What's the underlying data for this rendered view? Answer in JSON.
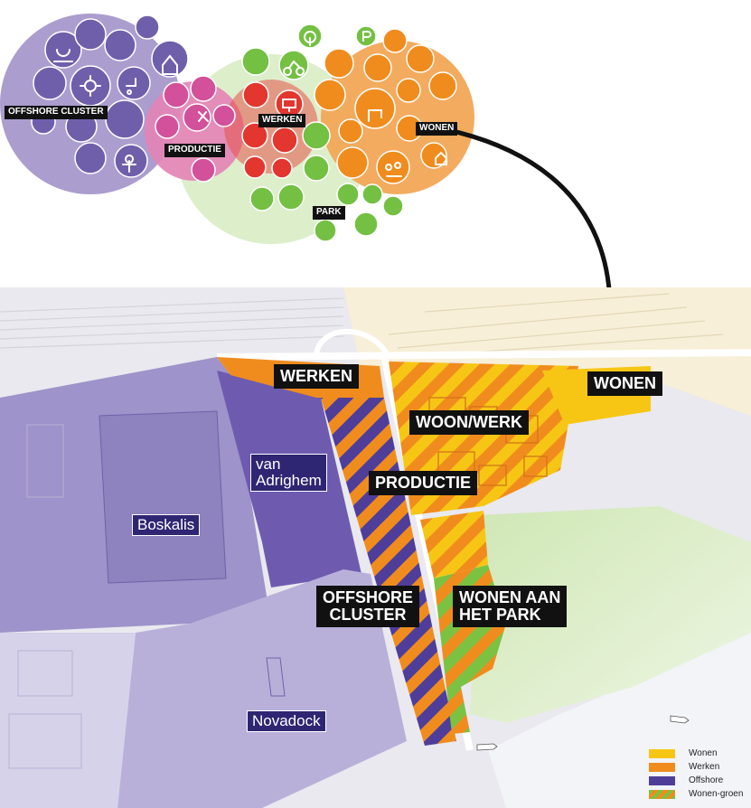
{
  "colors": {
    "wonen": "#f7c614",
    "werken": "#f08c1d",
    "offshore": "#4f3d9a",
    "wonen_groen": "#7cc242",
    "bubble_offshore": "#a898cc",
    "bubble_productie": "#e384b6",
    "bubble_park": "#dbedc8",
    "bubble_wonen": "#f2a656"
  },
  "bubbles": {
    "offshore_cluster": "OFFSHORE CLUSTER",
    "productie": "PRODUCTIE",
    "werken": "WERKEN",
    "wonen": "WONEN",
    "park": "PARK"
  },
  "map": {
    "werken": "WERKEN",
    "wonen": "WONEN",
    "woon_werk": "WOON/WERK",
    "productie": "PRODUCTIE",
    "offshore_cluster": "OFFSHORE\nCLUSTER",
    "wonen_aan_het_park": "WONEN AAN\nHET PARK",
    "van_adrighem": "van\nAdrighem",
    "boskalis": "Boskalis",
    "novadock": "Novadock"
  },
  "legend": [
    {
      "label": "Wonen",
      "color": "#f7c614"
    },
    {
      "label": "Werken",
      "color": "#f08c1d"
    },
    {
      "label": "Offshore",
      "color": "#4f3d9a"
    },
    {
      "label": "Wonen-groen",
      "color": "#7cc242"
    }
  ]
}
